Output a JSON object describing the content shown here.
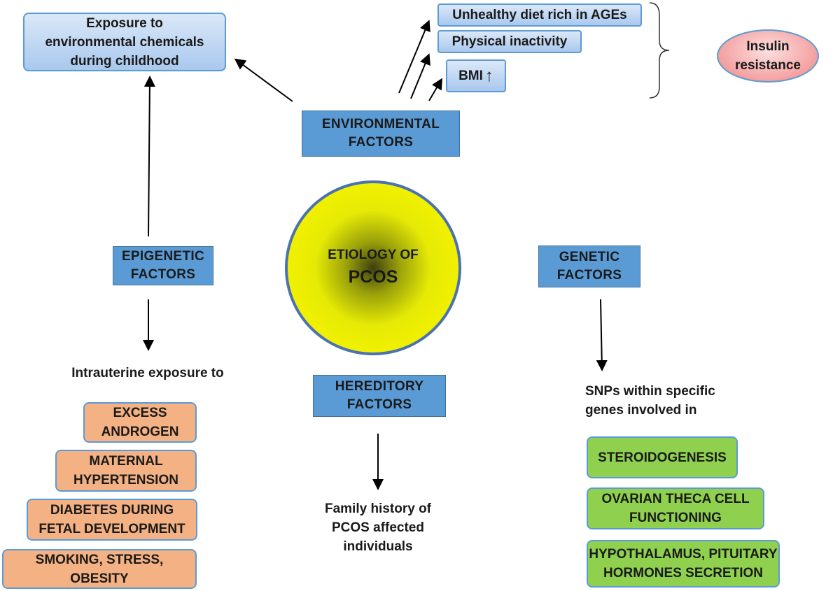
{
  "center": {
    "line1": "ETIOLOGY OF",
    "line2": "PCOS"
  },
  "environmental": {
    "label_lines": [
      "ENVIRONMENTAL",
      "FACTORS"
    ],
    "childhood_lines": [
      "Exposure to",
      "environmental chemicals",
      "during childhood"
    ],
    "diet": "Unhealthy diet rich in AGEs",
    "inactivity": "Physical inactivity",
    "bmi": "BMI",
    "bmi_arrow": "↑",
    "insulin_lines": [
      "Insulin",
      "resistance"
    ]
  },
  "epigenetic": {
    "label_lines": [
      "EPIGENETIC",
      "FACTORS"
    ],
    "intro": "Intrauterine exposure to",
    "items": [
      [
        "EXCESS",
        "ANDROGEN"
      ],
      [
        "MATERNAL",
        "HYPERTENSION"
      ],
      [
        "DIABETES DURING",
        "FETAL DEVELOPMENT"
      ],
      [
        "SMOKING, STRESS,",
        "OBESITY"
      ]
    ]
  },
  "hereditory": {
    "label_lines": [
      "HEREDITORY",
      "FACTORS"
    ],
    "result_lines": [
      "Family history of",
      "PCOS affected",
      "individuals"
    ]
  },
  "genetic": {
    "label_lines": [
      "GENETIC",
      "FACTORS"
    ],
    "intro_lines": [
      "SNPs within specific",
      "genes involved in"
    ],
    "items": [
      [
        "STEROIDOGENESIS"
      ],
      [
        "OVARIAN THECA CELL",
        "FUNCTIONING"
      ],
      [
        "HYPOTHALAMUS, PITUITARY",
        "HORMONES SECRETION"
      ]
    ]
  }
}
